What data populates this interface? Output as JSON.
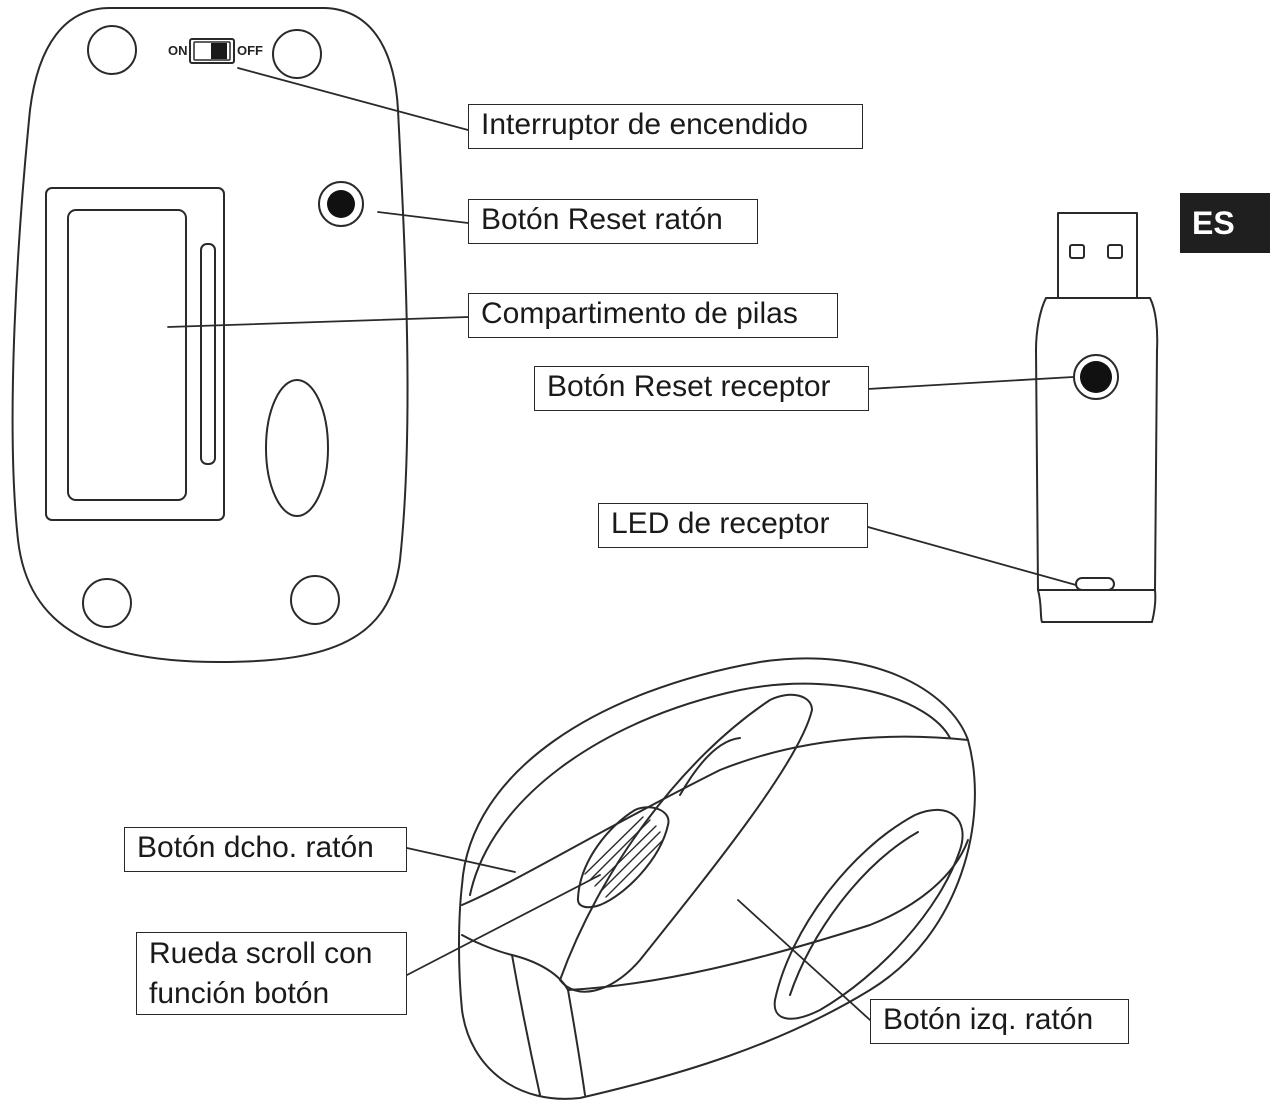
{
  "language_tab": "ES",
  "switch": {
    "on_label": "ON",
    "off_label": "OFF"
  },
  "callouts": {
    "power_switch": "Interruptor de encendido",
    "mouse_reset": "Botón Reset ratón",
    "battery": "Compartimento de pilas",
    "receiver_reset": "Botón Reset receptor",
    "receiver_led": "LED de receptor",
    "right_button": "Botón dcho. ratón",
    "scroll_line1": "Rueda scroll con",
    "scroll_line2": "función botón",
    "left_button": "Botón izq. ratón"
  },
  "colors": {
    "ink": "#1a1a1a",
    "tab_bg": "#1f1f1f",
    "tab_text": "#ffffff"
  }
}
